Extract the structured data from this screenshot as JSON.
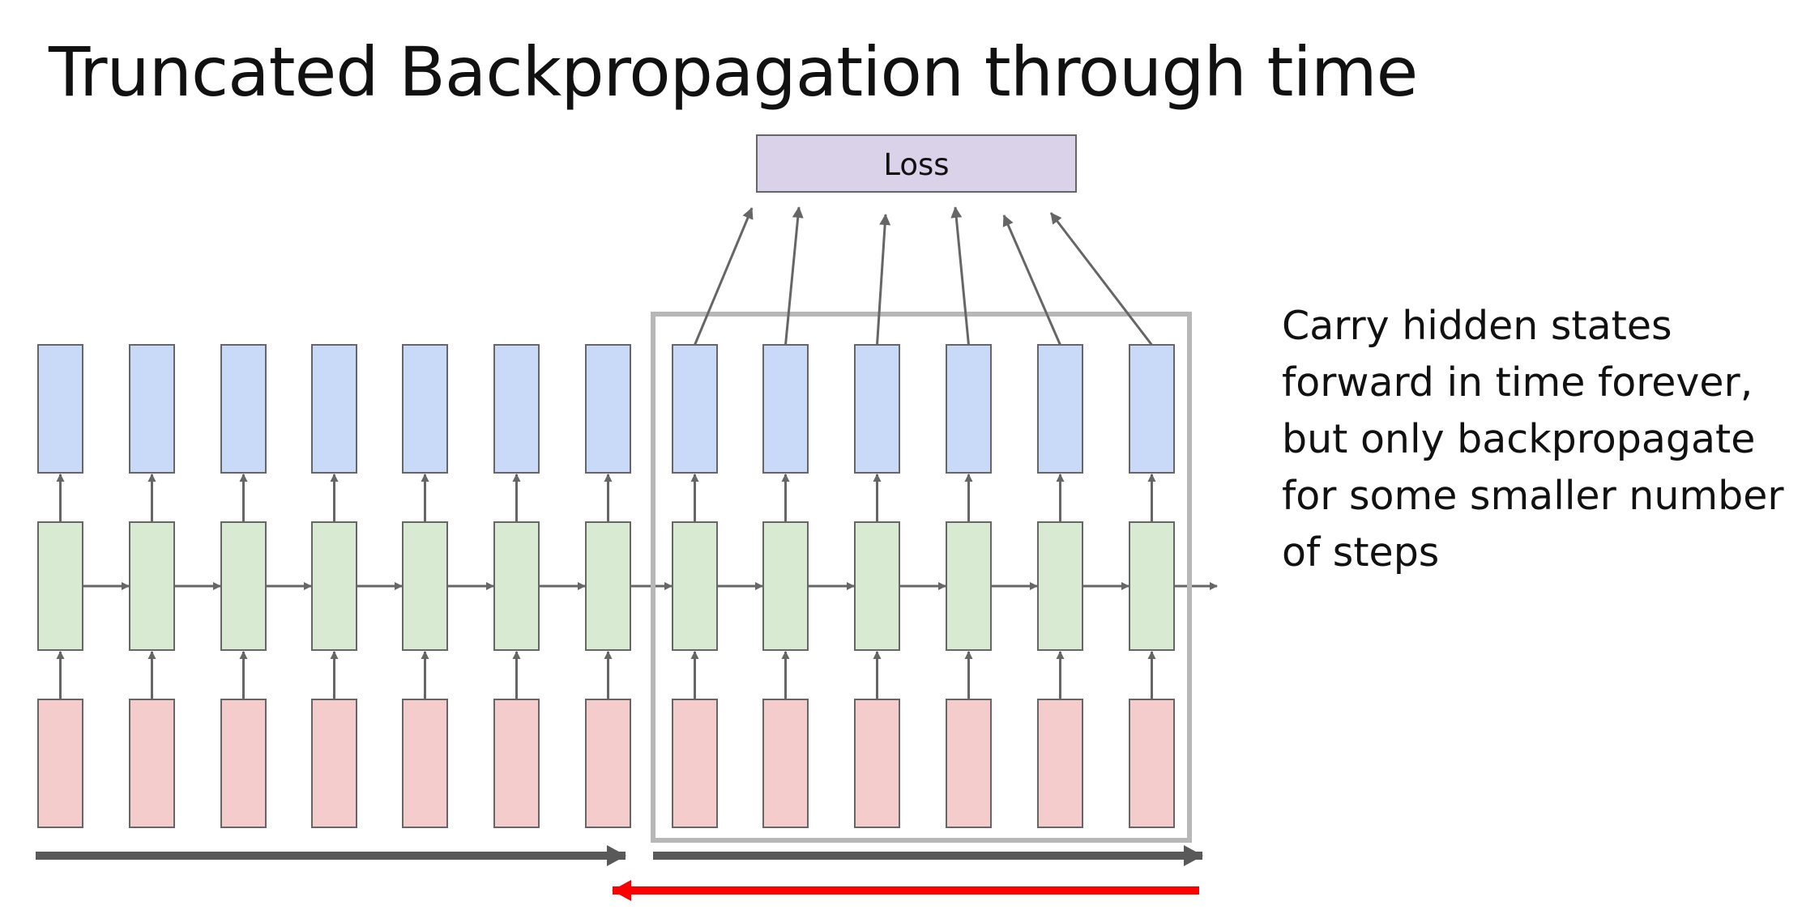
{
  "title": "Truncated Backpropagation through time",
  "loss_label": "Loss",
  "note_lines": [
    "Carry hidden states",
    "forward in time forever,",
    "but only backpropagate",
    "for some smaller number",
    "of steps"
  ],
  "timesteps_total": 13,
  "truncated_window_steps": 6,
  "colors": {
    "output_fill": "#c9daf8",
    "hidden_fill": "#d9ead3",
    "input_fill": "#f4cccc",
    "loss_fill": "#d9d2e9",
    "edge": "#666666",
    "window_border": "#b7b7b7",
    "forward_arrow": "#595959",
    "backward_arrow": "#ff0000"
  }
}
